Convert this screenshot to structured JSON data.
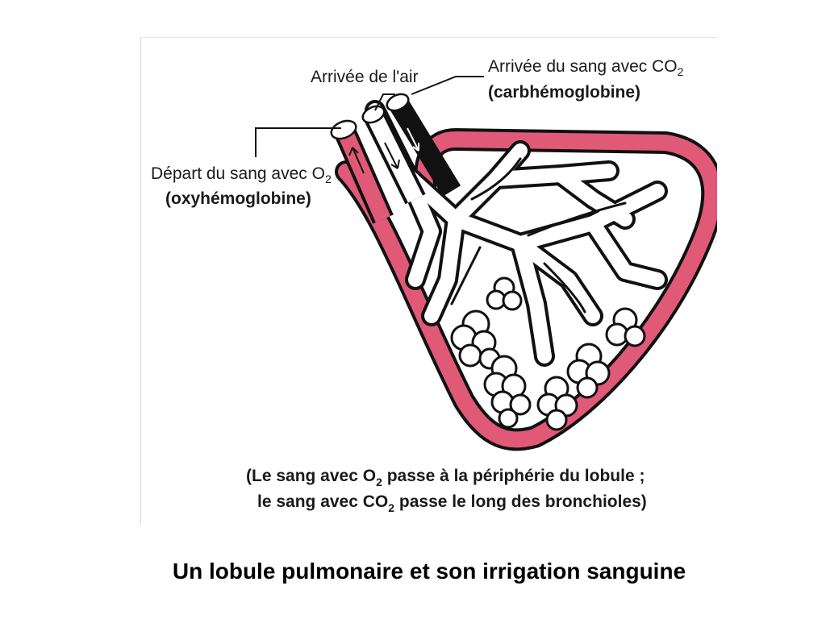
{
  "diagram": {
    "labels": {
      "air_arrival": "Arrivée de l'air",
      "blood_arrival_line1": "Arrivée du sang avec CO",
      "blood_arrival_sub": "2",
      "blood_arrival_line2": "(carbhémoglobine)",
      "blood_departure_line1": "Départ du sang avec O",
      "blood_departure_sub": "2",
      "blood_departure_line2": "(oxyhémoglobine)"
    },
    "note": {
      "line1_a": "(Le sang avec O",
      "line1_sub": "2",
      "line1_b": " passe à la périphérie du lobule ;",
      "line2_a": "le sang avec CO",
      "line2_sub": "2",
      "line2_b": " passe le long des bronchioles)"
    },
    "colors": {
      "oxygenated_blood": "#e05a78",
      "deoxygenated_blood": "#1a1a1a",
      "airway": "#ffffff",
      "outline": "#111111"
    }
  },
  "caption": "Un lobule pulmonaire et son irrigation sanguine"
}
